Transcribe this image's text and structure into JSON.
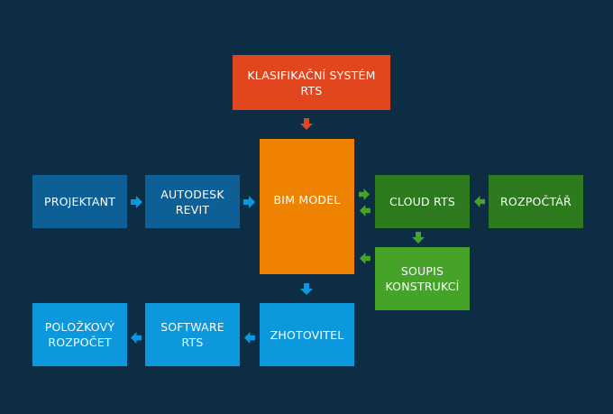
{
  "colors": {
    "background": "#0d2d45",
    "red": "#e1461e",
    "orange": "#ef8200",
    "dark_blue": "#0e5f96",
    "light_blue": "#0b98dc",
    "dark_green": "#2e7a1f",
    "light_green": "#45a32a"
  },
  "nodes": {
    "klasifikacni": "KLASIFIKAČNÍ SYSTÉM\nRTS",
    "projektant": "PROJEKTANT",
    "autodesk": "AUTODESK\nREVIT",
    "bim": "BIM MODEL",
    "cloud": "CLOUD RTS",
    "rozpoctar": "ROZPOČTÁŘ",
    "soupis": "SOUPIS\nKONSTRUKCÍ",
    "zhotovitel": "ZHOTOVITEL",
    "software": "SOFTWARE\nRTS",
    "polozkovy": "POLOŽKOVÝ\nROZPOČET"
  }
}
